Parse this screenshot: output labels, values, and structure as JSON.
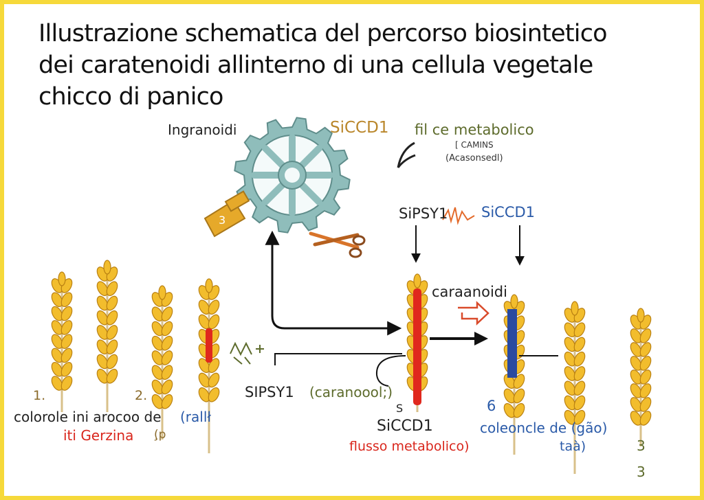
{
  "title_lines": [
    "Illustrazione schematica del percorso biosintetico",
    "dei caratenoidi allinterno di una cellula vegetale",
    "chicco di panico"
  ],
  "labels": {
    "ingranoidi": "Ingranoidi",
    "siccd1_top": "SiCCD1",
    "fil_metabolico": "fil ce  metabolico",
    "small_1": "[ CAMINS",
    "small_2": "(Acasonsedl)",
    "sipsy1_upper": "SiPSY1",
    "siccd1_upper": "SiCCD1",
    "caraanoidi": "caraanoidi",
    "sipsy1_lower": "SIPSY1",
    "caranoool": "(caranoool;)",
    "s_mark": "S",
    "siccd1_lower": "SiCCD1",
    "flusso_metabolico": "flusso metabolico)",
    "num_1": "1.",
    "num_2": "2.",
    "colorole": "colorole ini arocoo de",
    "trall": "(rallł",
    "iti_gerzina": "iti Gerzina",
    "p_mark": "(̧p",
    "num_6": "6",
    "coleoncle": "coleoncle de (gão)",
    "taa": "taà)",
    "num_3a": "3",
    "num_3b": "3",
    "key_mark": "3"
  },
  "colors": {
    "frame": "#f6d93a",
    "gear": "#8fbdbb",
    "gold_label": "#b9862a",
    "olive_label": "#5d6b2c",
    "blue_label": "#2a5aa8",
    "red_label": "#d9261c",
    "grain": "#f2bd2d",
    "key": "#e6a92a",
    "scissors": "#d8742a"
  }
}
